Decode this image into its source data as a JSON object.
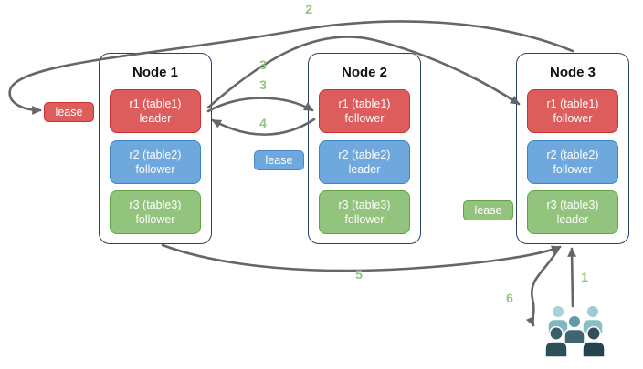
{
  "nodes": [
    {
      "title": "Node 1",
      "replicas": [
        {
          "line1": "r1 (table1)",
          "line2": "leader",
          "color": "red"
        },
        {
          "line1": "r2 (table2)",
          "line2": "follower",
          "color": "blue"
        },
        {
          "line1": "r3 (table3)",
          "line2": "follower",
          "color": "green"
        }
      ]
    },
    {
      "title": "Node 2",
      "replicas": [
        {
          "line1": "r1 (table1)",
          "line2": "follower",
          "color": "red"
        },
        {
          "line1": "r2 (table2)",
          "line2": "leader",
          "color": "blue"
        },
        {
          "line1": "r3 (table3)",
          "line2": "follower",
          "color": "green"
        }
      ]
    },
    {
      "title": "Node 3",
      "replicas": [
        {
          "line1": "r1 (table1)",
          "line2": "follower",
          "color": "red"
        },
        {
          "line1": "r2 (table2)",
          "line2": "follower",
          "color": "blue"
        },
        {
          "line1": "r3 (table3)",
          "line2": "leader",
          "color": "green"
        }
      ]
    }
  ],
  "leases": [
    {
      "label": "lease",
      "color": "red"
    },
    {
      "label": "lease",
      "color": "blue"
    },
    {
      "label": "lease",
      "color": "green"
    }
  ],
  "steps": {
    "s1": "1",
    "s2": "2",
    "s3a": "3",
    "s3b": "3",
    "s4": "4",
    "s5": "5",
    "s6": "6"
  },
  "icons": {
    "users": "user-group-icon"
  },
  "colors": {
    "arrow": "#666666",
    "step_label": "#93c47d",
    "node_border": "#24416b",
    "red_fill": "#dd5c5c",
    "red_border": "#c83232",
    "blue_fill": "#6fa8dc",
    "blue_border": "#3d85c6",
    "green_fill": "#93c47d",
    "green_border": "#61a245",
    "users_light_teal": "#a8d2d8",
    "users_mid_teal": "#5f9aa6",
    "users_dark_teal": "#2c4f5b"
  }
}
